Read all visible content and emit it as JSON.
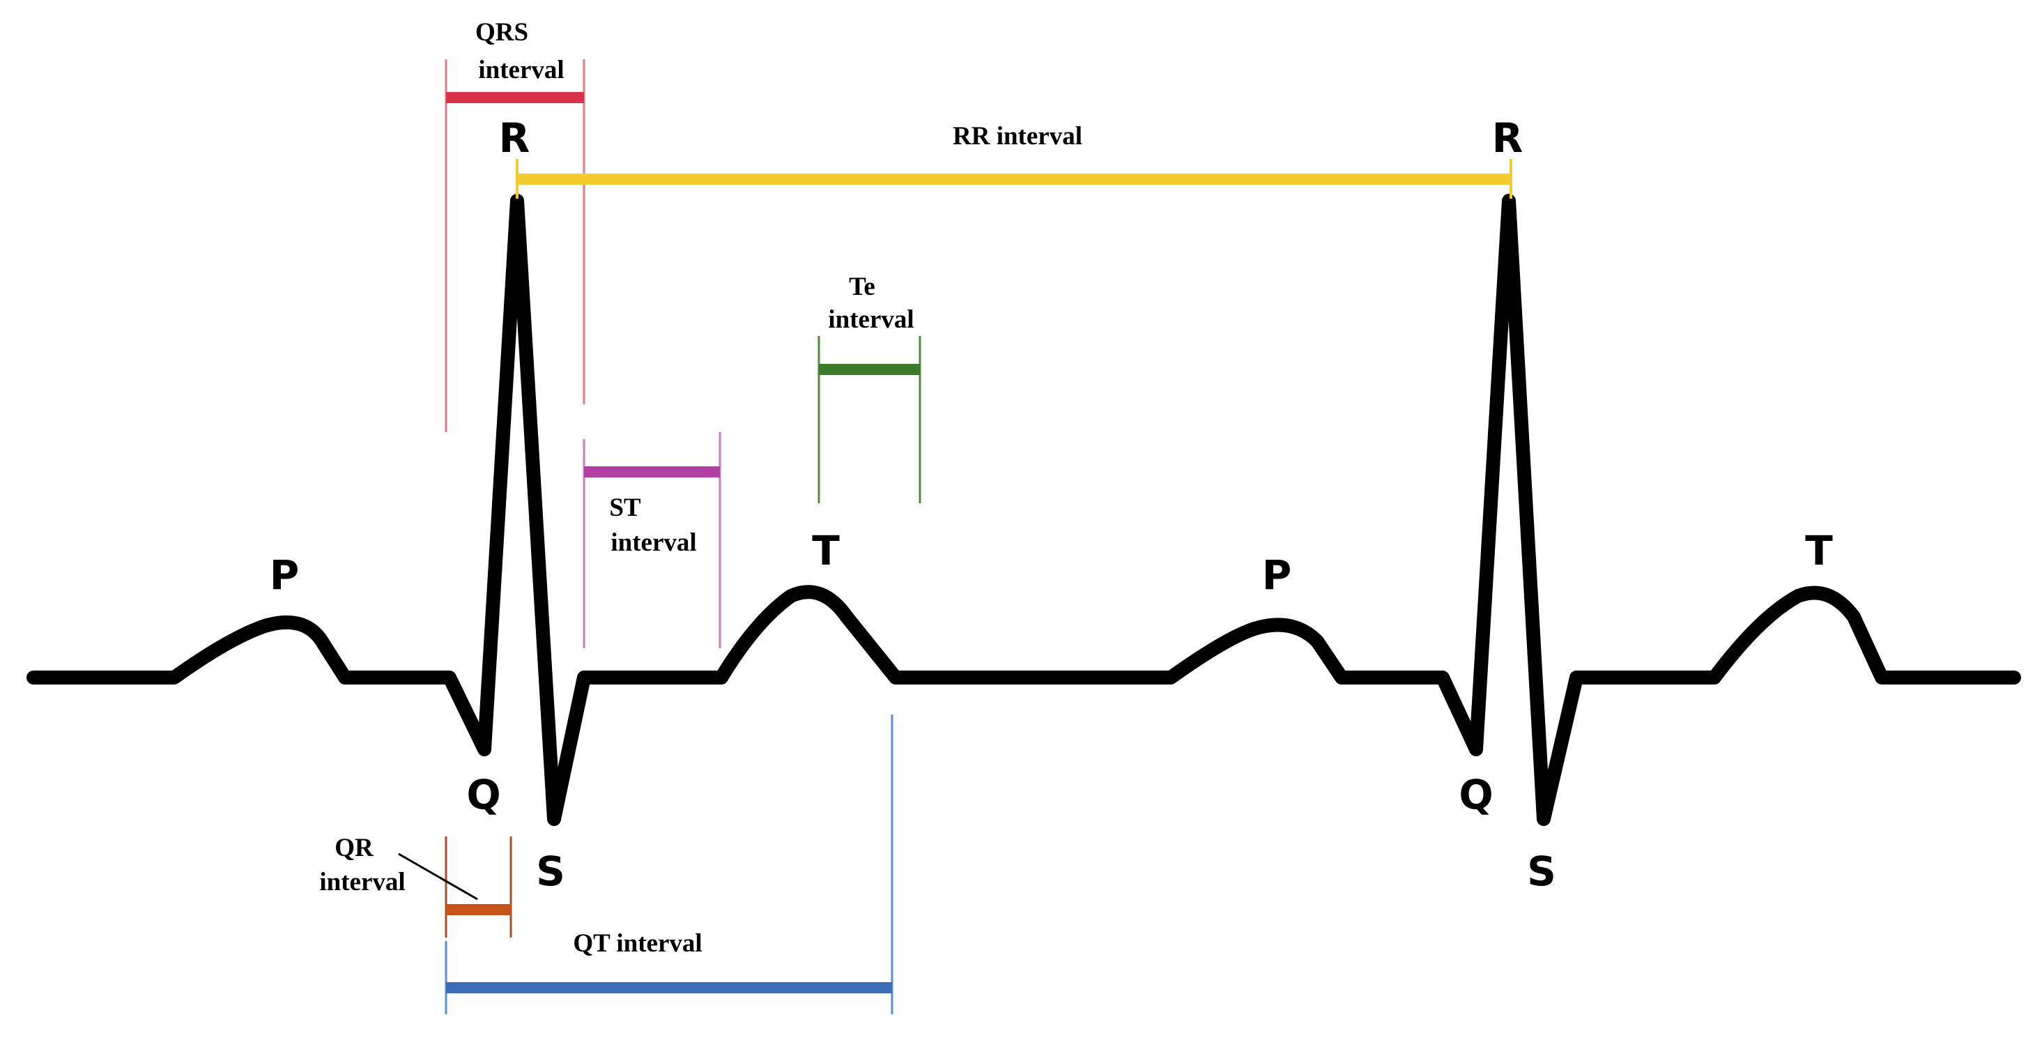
{
  "waves": {
    "p1": "P",
    "q1": "Q",
    "r1": "R",
    "s1": "S",
    "t1": "T",
    "p2": "P",
    "q2": "Q",
    "r2": "R",
    "s2": "S",
    "t2": "T"
  },
  "intervals": {
    "qrs": {
      "line1": "QRS",
      "line2": "interval",
      "color": "#d9334a"
    },
    "rr": {
      "label": "RR interval",
      "color": "#f2cc2e"
    },
    "te": {
      "line1": "Te",
      "line2": "interval",
      "color": "#3e7a2c"
    },
    "st": {
      "line1": "ST",
      "line2": "interval",
      "color": "#b13fa6"
    },
    "qr": {
      "line1": "QR",
      "line2": "interval",
      "color": "#c9541a"
    },
    "qt": {
      "label": "QT interval",
      "color": "#3a6db5"
    }
  },
  "colors": {
    "trace": "#000000",
    "qrs_guide": "#e27a8a",
    "te_guide": "#4f8a3c",
    "st_guide": "#c77bc0",
    "qr_guide": "#a0522d",
    "qt_guide": "#5b8fd1"
  }
}
